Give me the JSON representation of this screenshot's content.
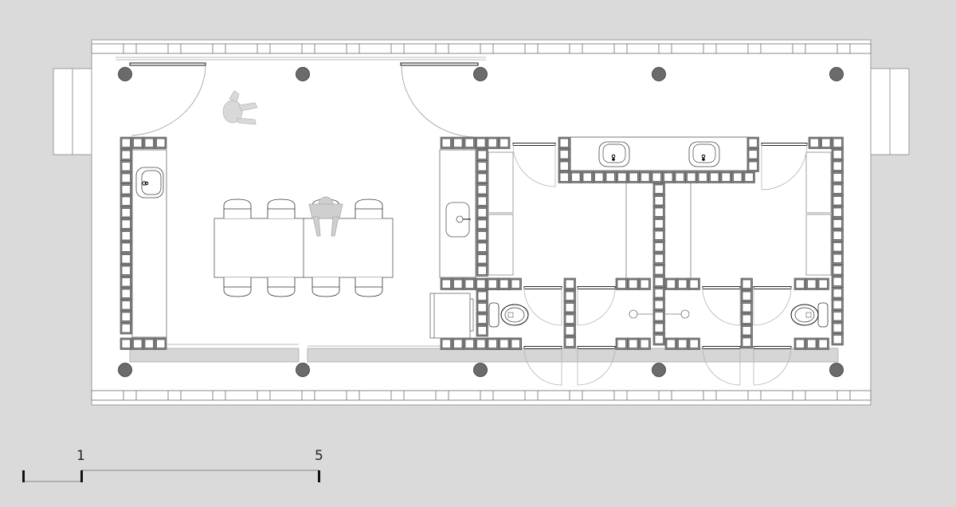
{
  "drawing": {
    "type": "architectural floor plan",
    "background_color": "#dadada",
    "floor_color": "#ffffff",
    "column_color": "#6b6b6b",
    "wall_block_color": "#555555",
    "shade_color": "#d6d6d6"
  },
  "scale_bar": {
    "labels": [
      "1",
      "5"
    ],
    "unit_segments": [
      0,
      1,
      5
    ]
  },
  "rooms": [
    {
      "name": "dining-area",
      "furniture": [
        "table",
        "chairs x8",
        "wash basin counter"
      ]
    },
    {
      "name": "utility-room",
      "furniture": [
        "wall sink",
        "cabinets",
        "appliance"
      ]
    },
    {
      "name": "washroom-vanity",
      "furniture": [
        "double-sink vanity"
      ]
    },
    {
      "name": "toilet-left",
      "furniture": [
        "toilet"
      ]
    },
    {
      "name": "shower-left",
      "furniture": [
        "shower"
      ]
    },
    {
      "name": "shower-right",
      "furniture": [
        "shower"
      ]
    },
    {
      "name": "toilet-right",
      "furniture": [
        "toilet"
      ]
    },
    {
      "name": "changing-room",
      "furniture": [
        "benches"
      ]
    }
  ],
  "columns": {
    "count": 10
  }
}
